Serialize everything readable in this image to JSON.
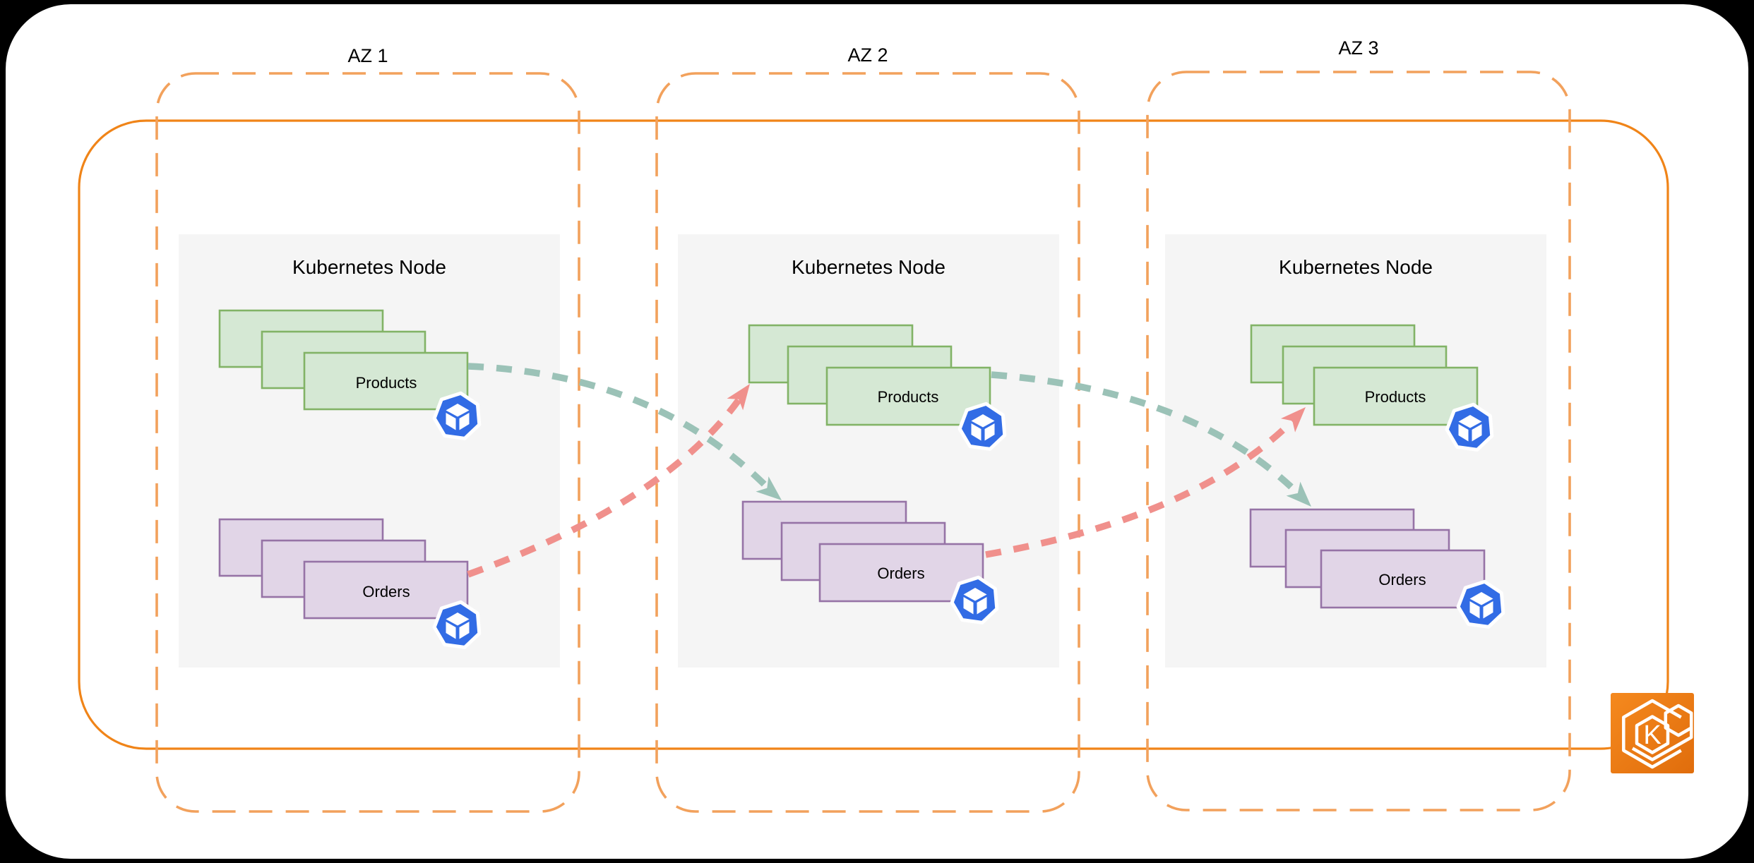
{
  "availability_zones": [
    {
      "label": "AZ 1",
      "node_title": "Kubernetes Node",
      "pod_groups": [
        {
          "label": "Products",
          "replicas": 3
        },
        {
          "label": "Orders",
          "replicas": 3
        }
      ]
    },
    {
      "label": "AZ 2",
      "node_title": "Kubernetes Node",
      "pod_groups": [
        {
          "label": "Products",
          "replicas": 3
        },
        {
          "label": "Orders",
          "replicas": 3
        }
      ]
    },
    {
      "label": "AZ 3",
      "node_title": "Kubernetes Node",
      "pod_groups": [
        {
          "label": "Products",
          "replicas": 3
        },
        {
          "label": "Orders",
          "replicas": 3
        }
      ]
    }
  ],
  "edges": [
    {
      "from": "AZ 1 Products",
      "to": "AZ 2 Orders",
      "style": "teal-dashed-arrow"
    },
    {
      "from": "AZ 1 Orders",
      "to": "AZ 2 Products",
      "style": "pink-dashed-arrow"
    },
    {
      "from": "AZ 2 Products",
      "to": "AZ 3 Orders",
      "style": "teal-dashed-arrow"
    },
    {
      "from": "AZ 2 Orders",
      "to": "AZ 3 Products",
      "style": "pink-dashed-arrow"
    }
  ],
  "eks_icon": {
    "letter": "K",
    "name": "amazon-eks-icon"
  },
  "pod_icon_name": "kubernetes-pod-icon",
  "colors": {
    "background": "#000000",
    "canvas": "#ffffff",
    "cluster_border": "#F08418",
    "az_border": "#F2A15C",
    "node_fill": "#F5F5F5",
    "products_fill": "#D5E8D4",
    "products_border": "#82B366",
    "orders_fill": "#E1D5E7",
    "orders_border": "#9673A6",
    "pod_icon_blue": "#326CE5",
    "edge_teal": "#9BC2B7",
    "edge_pink": "#F0908C",
    "eks_gradient_top": "#F5891E",
    "eks_gradient_bottom": "#E06D0C"
  }
}
